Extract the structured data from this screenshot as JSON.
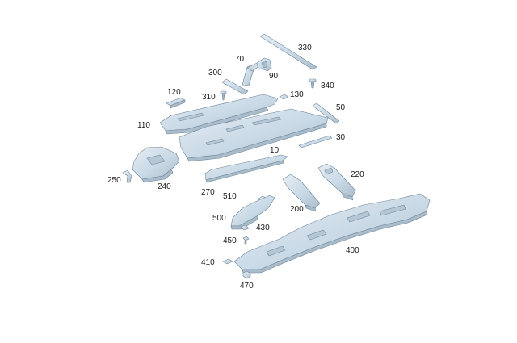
{
  "diagram": {
    "labels": [
      {
        "id": "330",
        "text": "330"
      },
      {
        "id": "70",
        "text": "70"
      },
      {
        "id": "300",
        "text": "300"
      },
      {
        "id": "90",
        "text": "90"
      },
      {
        "id": "340",
        "text": "340"
      },
      {
        "id": "120",
        "text": "120"
      },
      {
        "id": "310",
        "text": "310"
      },
      {
        "id": "130",
        "text": "130"
      },
      {
        "id": "50",
        "text": "50"
      },
      {
        "id": "110",
        "text": "110"
      },
      {
        "id": "30",
        "text": "30"
      },
      {
        "id": "10",
        "text": "10"
      },
      {
        "id": "250",
        "text": "250"
      },
      {
        "id": "240",
        "text": "240"
      },
      {
        "id": "270",
        "text": "270"
      },
      {
        "id": "220",
        "text": "220"
      },
      {
        "id": "510",
        "text": "510"
      },
      {
        "id": "200",
        "text": "200"
      },
      {
        "id": "500",
        "text": "500"
      },
      {
        "id": "430",
        "text": "430"
      },
      {
        "id": "450",
        "text": "450"
      },
      {
        "id": "400",
        "text": "400"
      },
      {
        "id": "410",
        "text": "410"
      },
      {
        "id": "470",
        "text": "470"
      }
    ]
  },
  "colors": {
    "part_fill": "#c9d9e6",
    "part_fill_light": "#dfe9f1",
    "part_fill_dark": "#a9bccb",
    "part_stroke": "#6f8597",
    "label_text": "#1a1a1a"
  }
}
